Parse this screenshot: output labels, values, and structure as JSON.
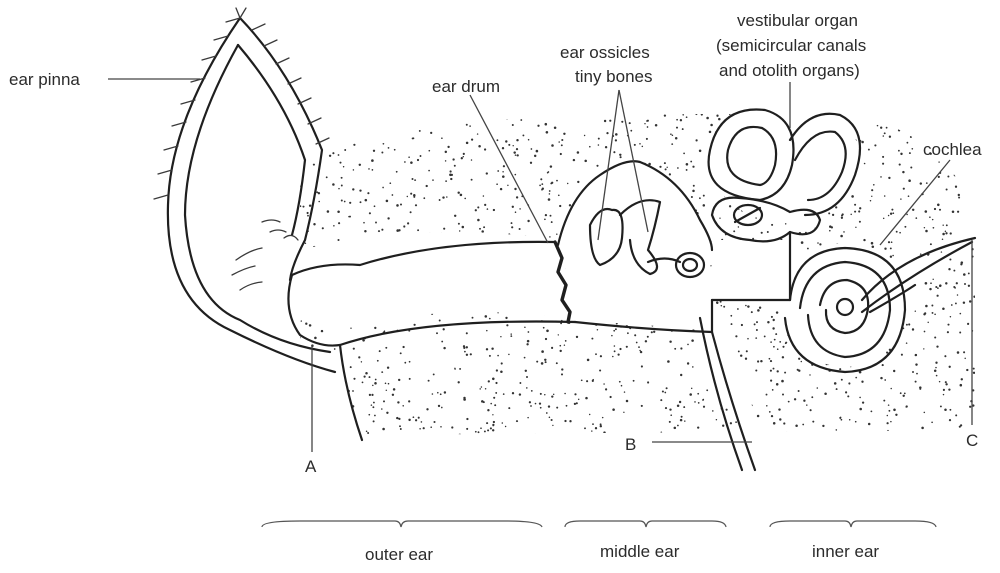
{
  "labels": {
    "ear_pinna": "ear pinna",
    "ear_drum": "ear drum",
    "ossicles_line1": "ear ossicles",
    "ossicles_line2": "tiny bones",
    "vestibular_line1": "vestibular organ",
    "vestibular_line2": "(semicircular canals",
    "vestibular_line3": "and otolith organs)",
    "cochlea": "cochlea",
    "marker_a": "A",
    "marker_b": "B",
    "marker_c": "C"
  },
  "sections": {
    "outer": "outer ear",
    "middle": "middle ear",
    "inner": "inner ear"
  },
  "colors": {
    "ink": "#1f1f1f",
    "label": "#2b2b2b",
    "stipple": "#333333"
  }
}
